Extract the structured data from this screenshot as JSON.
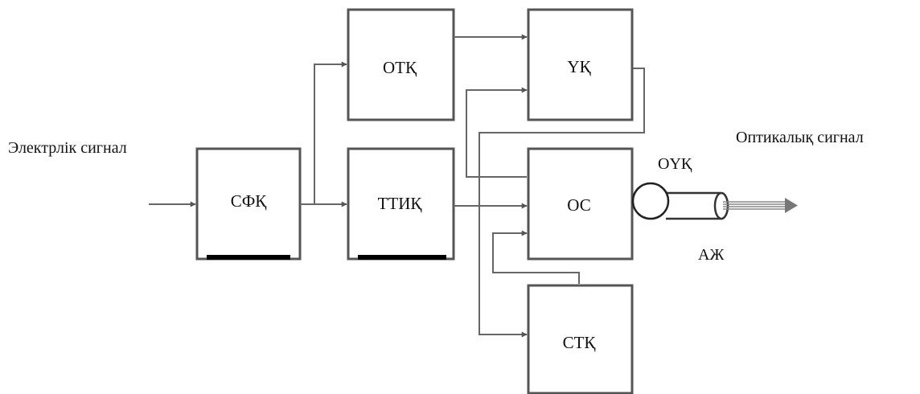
{
  "diagram": {
    "blocks": {
      "sfk": "СФҚ",
      "otk": "ОТҚ",
      "ttik": "ТТИҚ",
      "uk": "ҮҚ",
      "os": "ОС",
      "stk": "СТҚ"
    },
    "labels": {
      "input_signal": "Электрлік сигнал",
      "output_signal": "Оптикалық сигнал",
      "ouk": "ОҮҚ",
      "azh": "АЖ"
    },
    "colors": {
      "line": "#666666",
      "box_border": "#555555",
      "base_bar": "#000000"
    }
  }
}
